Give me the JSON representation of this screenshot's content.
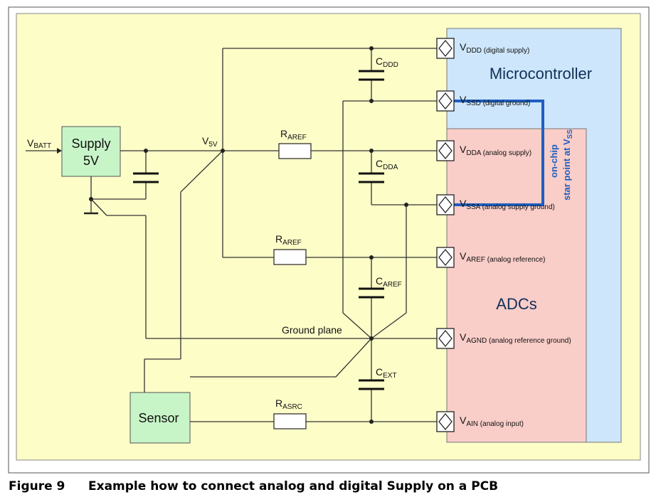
{
  "blocks": {
    "microcontroller": "Microcontroller",
    "adcs": "ADCs",
    "supply_line1": "Supply",
    "supply_line2": "5V",
    "sensor": "Sensor"
  },
  "labels": {
    "vbatt_main": "V",
    "vbatt_sub": "BATT",
    "v5v_main": "V",
    "v5v_sub": "5V",
    "ground_plane": "Ground plane",
    "star_line1": "on-chip",
    "star_line2_main": "star point at V",
    "star_line2_sub": "SS"
  },
  "components": {
    "c_ddd": {
      "main": "C",
      "sub": "DDD"
    },
    "c_dda": {
      "main": "C",
      "sub": "DDA"
    },
    "c_aref": {
      "main": "C",
      "sub": "AREF"
    },
    "c_ext": {
      "main": "C",
      "sub": "EXT"
    },
    "r_aref_top": {
      "main": "R",
      "sub": "AREF"
    },
    "r_aref_bottom": {
      "main": "R",
      "sub": "AREF"
    },
    "r_asrc": {
      "main": "R",
      "sub": "ASRC"
    }
  },
  "pins": [
    {
      "main": "V",
      "sub": "DDD",
      "desc": "(digital supply)"
    },
    {
      "main": "V",
      "sub": "SSD",
      "desc": "(digital ground)"
    },
    {
      "main": "V",
      "sub": "DDA",
      "desc": "(analog supply)"
    },
    {
      "main": "V",
      "sub": "SSA",
      "desc": "(analog supply ground)"
    },
    {
      "main": "V",
      "sub": "AREF",
      "desc": "(analog reference)"
    },
    {
      "main": "V",
      "sub": "AGND",
      "desc": "(analog reference ground)"
    },
    {
      "main": "V",
      "sub": "AIN",
      "desc": "(analog input)"
    }
  ],
  "caption": {
    "number": "Figure 9",
    "text": "Example how to connect analog and digital Supply on a PCB"
  },
  "colors": {
    "background": "#fdfdc8",
    "microcontroller": "#cde6fb",
    "adcs": "#f9cdc8",
    "block_green": "#c8f5c8",
    "star_line": "#1f5fc0"
  }
}
